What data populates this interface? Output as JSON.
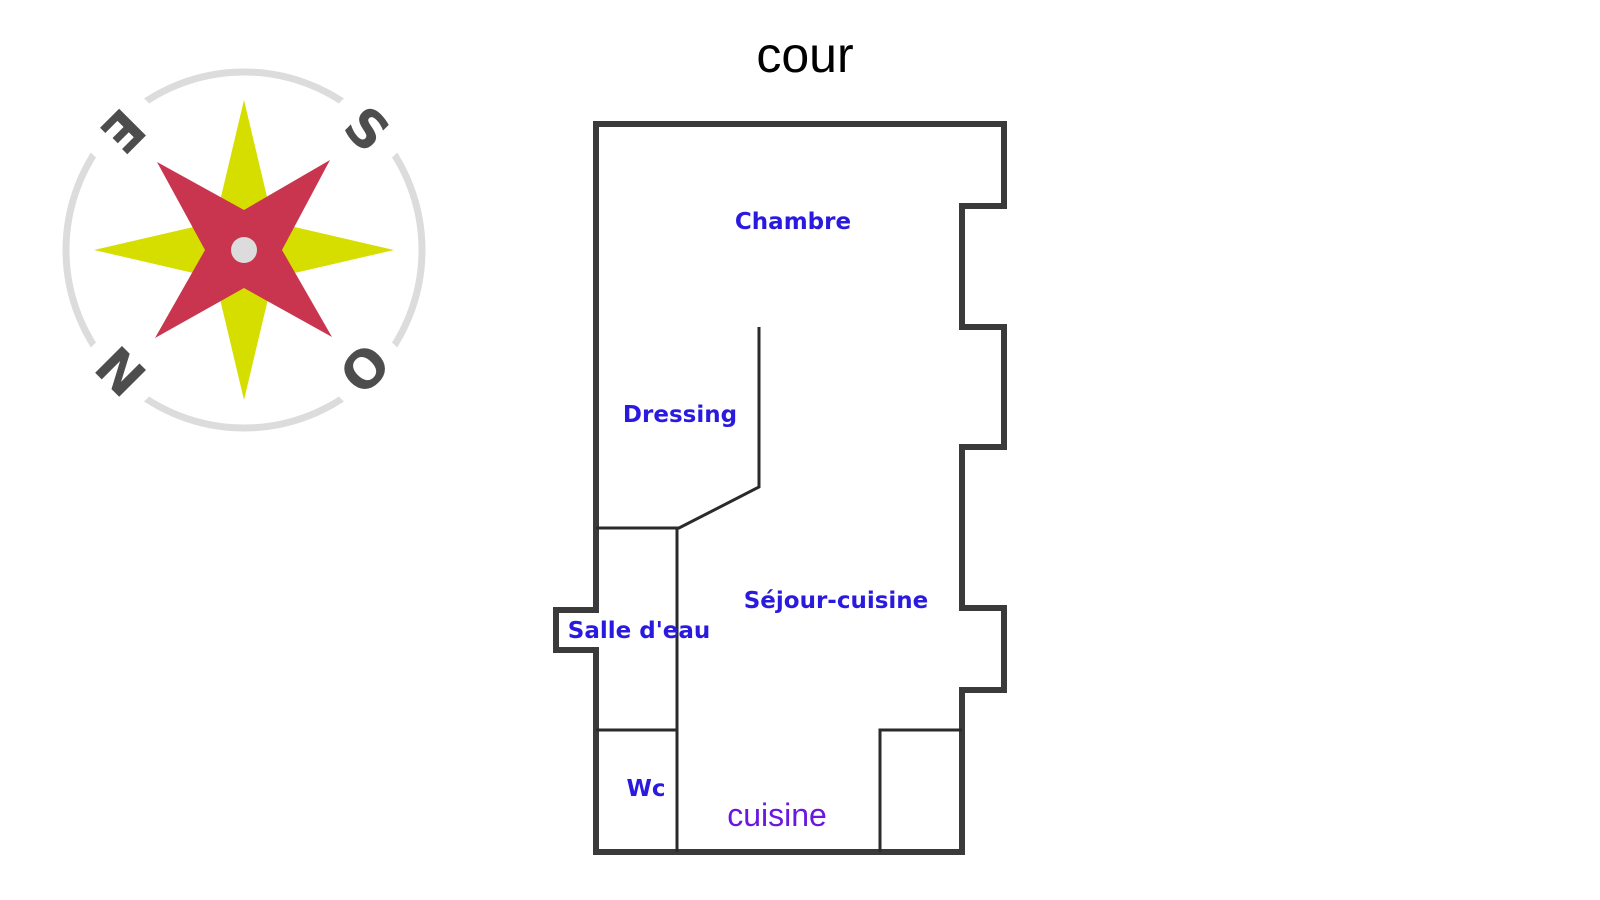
{
  "plan": {
    "top_label": "cour",
    "rooms": {
      "chambre": "Chambre",
      "dressing": "Dressing",
      "sejour": "Séjour-cuisine",
      "salle_eau": "Salle d'eau",
      "wc": "Wc",
      "cuisine": "cuisine"
    },
    "colors": {
      "room_label": "#2a1ae0",
      "cuisine_label": "#6a18e0",
      "wall": "#3a3a3a"
    }
  },
  "compass": {
    "letters": {
      "north": "N",
      "south": "S",
      "east": "E",
      "west": "O"
    },
    "colors": {
      "ring": "#dcdcdc",
      "star_main": "#d6de00",
      "star_secondary": "#c9354e",
      "center": "#dcdcdc"
    }
  }
}
